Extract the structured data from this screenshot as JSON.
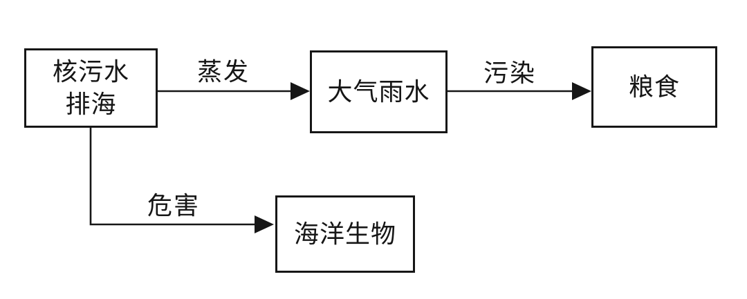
{
  "diagram": {
    "type": "flowchart",
    "colors": {
      "background": "#ffffff",
      "stroke": "#161616",
      "text": "#161616"
    },
    "nodes": [
      {
        "id": "nuclear-wastewater-discharge",
        "label": "核污水\n排海"
      },
      {
        "id": "atmospheric-rainwater",
        "label": "大气雨水"
      },
      {
        "id": "grain",
        "label": "粮食"
      },
      {
        "id": "marine-life",
        "label": "海洋生物"
      }
    ],
    "edges": [
      {
        "from": "nuclear-wastewater-discharge",
        "to": "atmospheric-rainwater",
        "label": "蒸发"
      },
      {
        "from": "atmospheric-rainwater",
        "to": "grain",
        "label": "污染"
      },
      {
        "from": "nuclear-wastewater-discharge",
        "to": "marine-life",
        "label": "危害"
      }
    ]
  }
}
